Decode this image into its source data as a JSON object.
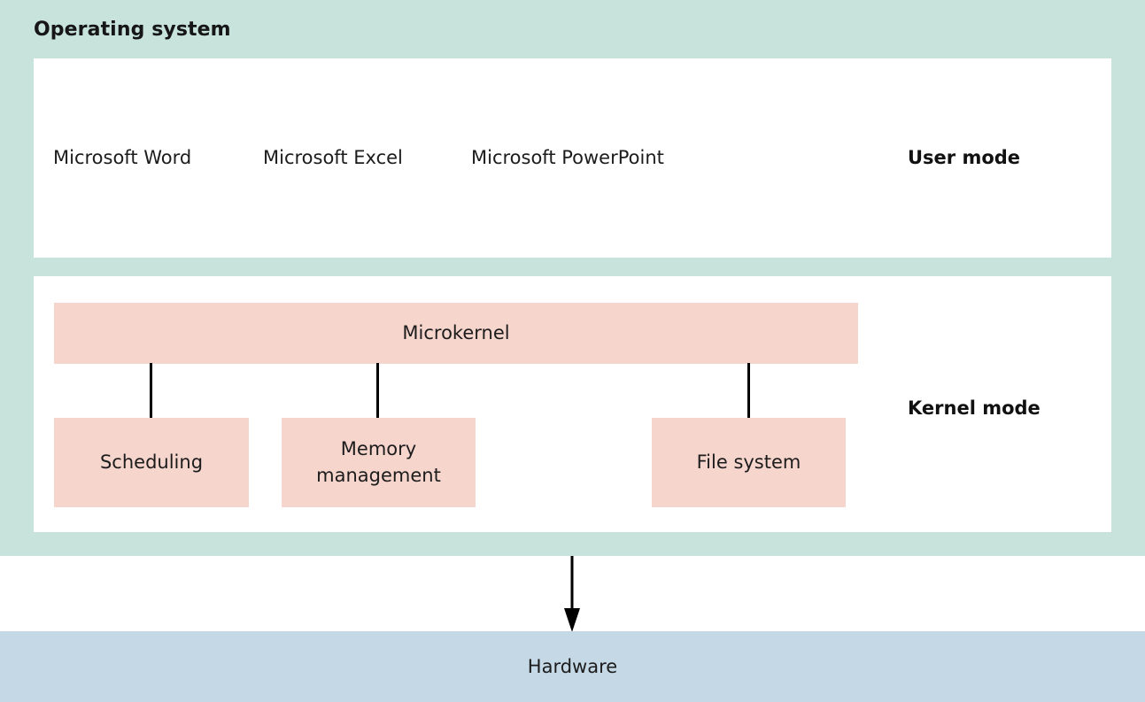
{
  "diagram": {
    "title": "Operating system",
    "background_color": "#c8e3dc",
    "panel_color": "#ffffff",
    "box_color": "#f6d5cd",
    "hardware_color": "#c5d8e6",
    "connector_color": "#000000"
  },
  "user_mode": {
    "mode_label": "User mode",
    "applications": [
      {
        "label": "Microsoft Word"
      },
      {
        "label": "Microsoft Excel"
      },
      {
        "label": "Microsoft PowerPoint"
      }
    ]
  },
  "kernel_mode": {
    "mode_label": "Kernel mode",
    "microkernel": {
      "label": "Microkernel"
    },
    "components": [
      {
        "label": "Scheduling"
      },
      {
        "label": "Memory management"
      },
      {
        "label": "File system"
      }
    ]
  },
  "hardware": {
    "label": "Hardware"
  },
  "arrow": {
    "name": "kernel-to-hardware-arrow",
    "direction": "down"
  }
}
